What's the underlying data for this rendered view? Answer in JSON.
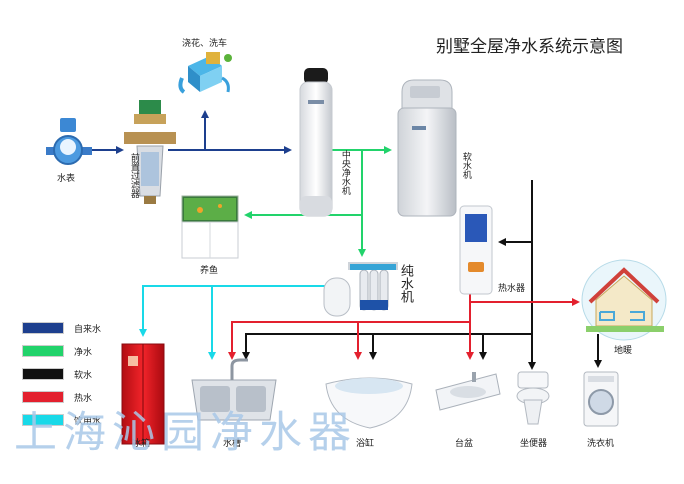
{
  "title": "别墅全屋净水系统示意图",
  "labels": {
    "water_meter": "水表",
    "pre_filter": "前置过滤器",
    "garden": "浇花、洗车",
    "central_purifier": "中央净水机",
    "softener": "软水机",
    "fish": "养鱼",
    "pure_machine": "纯水机",
    "water_heater": "热水器",
    "floor_heating": "地暖",
    "fridge": "冰箱",
    "sink": "水槽",
    "bathtub": "浴缸",
    "basin": "台盆",
    "toilet": "坐便器",
    "washer": "洗衣机"
  },
  "legend": [
    {
      "label": "自来水",
      "color": "#1d3f8e"
    },
    {
      "label": "净水",
      "color": "#22d36b"
    },
    {
      "label": "软水",
      "color": "#111111"
    },
    {
      "label": "热水",
      "color": "#e3202e"
    },
    {
      "label": "饮用水",
      "color": "#19d9e8"
    }
  ],
  "watermark": "上海沁园净水器"
}
